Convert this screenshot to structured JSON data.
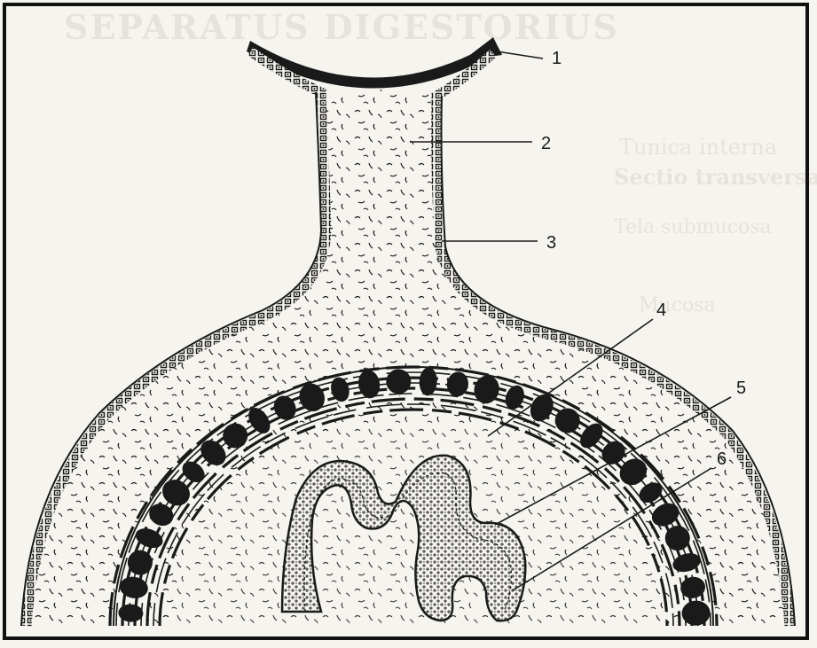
{
  "diagram": {
    "labels": [
      {
        "id": "1",
        "text": "1"
      },
      {
        "id": "2",
        "text": "2"
      },
      {
        "id": "3",
        "text": "3"
      },
      {
        "id": "4",
        "text": "4"
      },
      {
        "id": "5",
        "text": "5"
      },
      {
        "id": "6",
        "text": "6"
      }
    ]
  },
  "colors": {
    "ink": "#1a1a1a",
    "paper": "#f6f4ef",
    "ghost_text": "#d9d6cf"
  }
}
